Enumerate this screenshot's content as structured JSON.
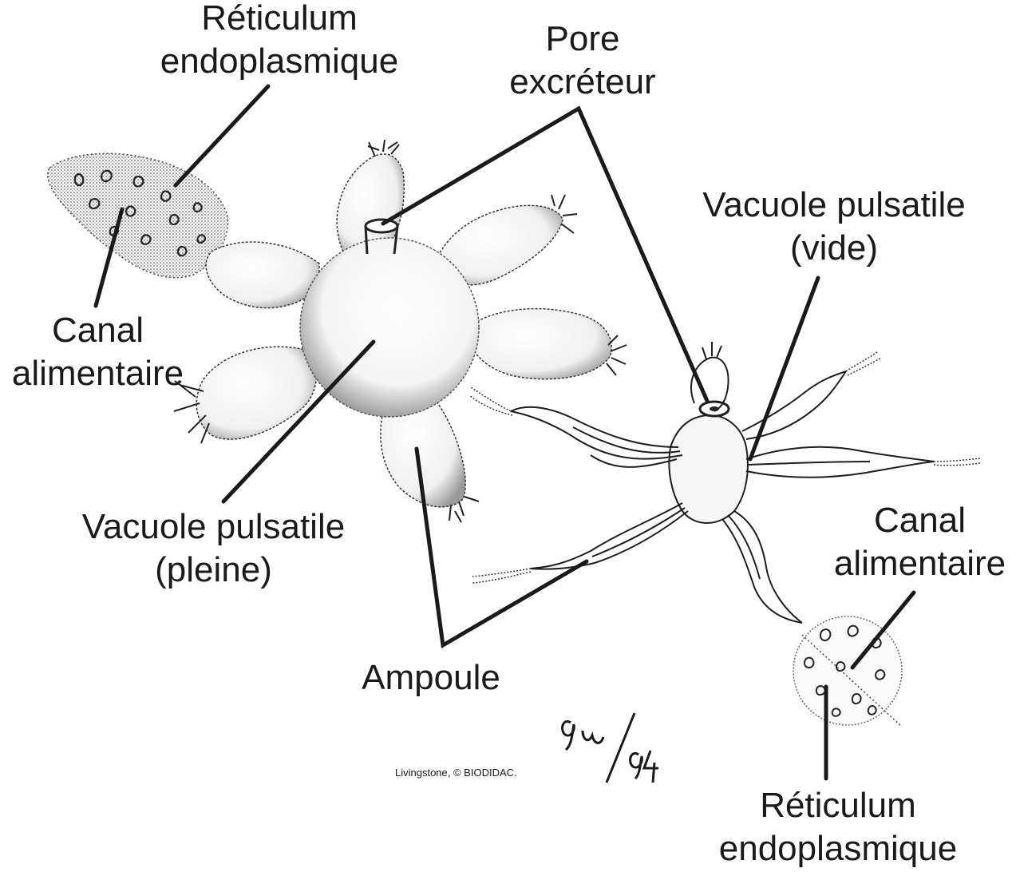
{
  "labels": {
    "reticulum_left": [
      "Réticulum",
      "endoplasmique"
    ],
    "pore": [
      "Pore",
      "excréteur"
    ],
    "vacuole_vide": [
      "Vacuole pulsatile",
      "(vide)"
    ],
    "canal_left": [
      "Canal",
      "alimentaire"
    ],
    "vacuole_pleine": [
      "Vacuole pulsatile",
      "(pleine)"
    ],
    "ampoule": [
      "Ampoule"
    ],
    "canal_right": [
      "Canal",
      "alimentaire"
    ],
    "reticulum_right": [
      "Réticulum",
      "endoplasmique"
    ]
  },
  "credit": "Livingstone, © BIODIDAC.",
  "signature": "9w/94",
  "colors": {
    "ink": "#1a1a1a",
    "stipple": "#555555",
    "background": "#ffffff"
  }
}
